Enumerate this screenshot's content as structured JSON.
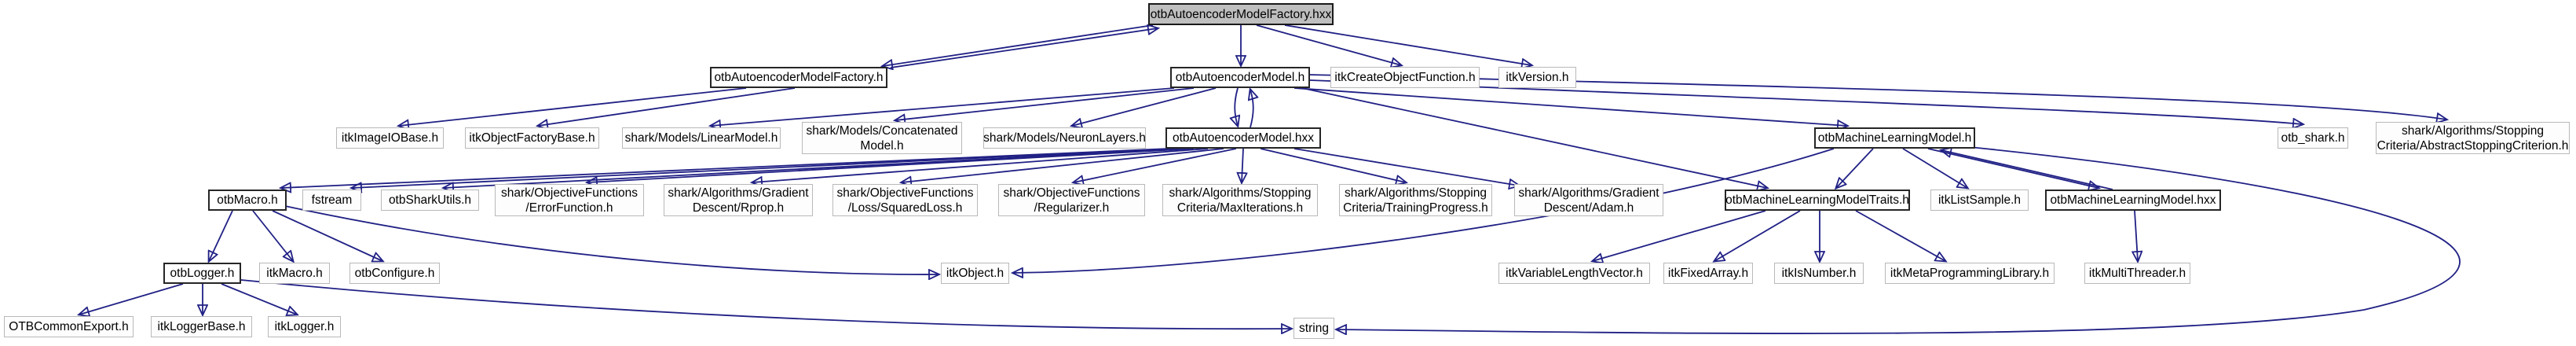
{
  "graph": {
    "title": "otbAutoencoderModelFactory.hxx include dependency graph",
    "root": "otbAutoencoderModelFactory.hxx",
    "colors": {
      "edge": "#202085",
      "root_fill": "#bfbfbf",
      "linked_border": "#262626",
      "plain_border": "#b9b9b9",
      "background": "#ffffff"
    },
    "nodes": [
      {
        "label": "otbAutoencoderModelFactory.hxx"
      },
      {
        "label": "otbAutoencoderModelFactory.h"
      },
      {
        "label": "otbAutoencoderModel.h"
      },
      {
        "label": "itkCreateObjectFunction.h"
      },
      {
        "label": "itkVersion.h"
      },
      {
        "label": "itkImageIOBase.h"
      },
      {
        "label": "itkObjectFactoryBase.h"
      },
      {
        "label": "shark/Models/LinearModel.h"
      },
      {
        "label": "shark/Models/Concatenated Model.h"
      },
      {
        "label": "shark/Models/NeuronLayers.h"
      },
      {
        "label": "otbAutoencoderModel.hxx"
      },
      {
        "label": "otbMachineLearningModel.h"
      },
      {
        "label": "otb_shark.h"
      },
      {
        "label": "shark/Algorithms/Stopping Criteria/AbstractStoppingCriterion.h"
      },
      {
        "label": "otbMacro.h"
      },
      {
        "label": "fstream"
      },
      {
        "label": "otbSharkUtils.h"
      },
      {
        "label": "shark/ObjectiveFunctions /ErrorFunction.h"
      },
      {
        "label": "shark/Algorithms/Gradient Descent/Rprop.h"
      },
      {
        "label": "shark/ObjectiveFunctions /Loss/SquaredLoss.h"
      },
      {
        "label": "shark/ObjectiveFunctions /Regularizer.h"
      },
      {
        "label": "shark/Algorithms/Stopping Criteria/MaxIterations.h"
      },
      {
        "label": "shark/Algorithms/Stopping Criteria/TrainingProgress.h"
      },
      {
        "label": "shark/Algorithms/Gradient Descent/Adam.h"
      },
      {
        "label": "otbMachineLearningModelTraits.h"
      },
      {
        "label": "itkListSample.h"
      },
      {
        "label": "otbMachineLearningModel.hxx"
      },
      {
        "label": "otbLogger.h"
      },
      {
        "label": "itkMacro.h"
      },
      {
        "label": "otbConfigure.h"
      },
      {
        "label": "itkObject.h"
      },
      {
        "label": "itkVariableLengthVector.h"
      },
      {
        "label": "itkFixedArray.h"
      },
      {
        "label": "itkIsNumber.h"
      },
      {
        "label": "itkMetaProgrammingLibrary.h"
      },
      {
        "label": "itkMultiThreader.h"
      },
      {
        "label": "OTBCommonExport.h"
      },
      {
        "label": "itkLoggerBase.h"
      },
      {
        "label": "itkLogger.h"
      },
      {
        "label": "string"
      }
    ],
    "edges": [
      {
        "from": "otbAutoencoderModelFactory.hxx",
        "to": "otbAutoencoderModelFactory.h",
        "bidirectional": true
      },
      {
        "from": "otbAutoencoderModelFactory.hxx",
        "to": "otbAutoencoderModel.h"
      },
      {
        "from": "otbAutoencoderModelFactory.hxx",
        "to": "itkCreateObjectFunction.h"
      },
      {
        "from": "otbAutoencoderModelFactory.hxx",
        "to": "itkVersion.h"
      },
      {
        "from": "otbAutoencoderModelFactory.h",
        "to": "itkImageIOBase.h"
      },
      {
        "from": "otbAutoencoderModelFactory.h",
        "to": "itkObjectFactoryBase.h"
      },
      {
        "from": "otbAutoencoderModel.h",
        "to": "shark/Models/LinearModel.h"
      },
      {
        "from": "otbAutoencoderModel.h",
        "to": "shark/Models/ConcatenatedModel.h"
      },
      {
        "from": "otbAutoencoderModel.h",
        "to": "shark/Models/NeuronLayers.h"
      },
      {
        "from": "otbAutoencoderModel.h",
        "to": "otbAutoencoderModel.hxx",
        "bidirectional": true
      },
      {
        "from": "otbAutoencoderModel.h",
        "to": "otbMachineLearningModel.h"
      },
      {
        "from": "otbAutoencoderModel.h",
        "to": "otb_shark.h"
      },
      {
        "from": "otbAutoencoderModel.h",
        "to": "shark/Algorithms/StoppingCriteria/AbstractStoppingCriterion.h"
      },
      {
        "from": "otbAutoencoderModel.h",
        "to": "otbMachineLearningModelTraits.h"
      },
      {
        "from": "otbAutoencoderModel.hxx",
        "to": "otbMacro.h"
      },
      {
        "from": "otbAutoencoderModel.hxx",
        "to": "fstream"
      },
      {
        "from": "otbAutoencoderModel.hxx",
        "to": "otbSharkUtils.h"
      },
      {
        "from": "otbAutoencoderModel.hxx",
        "to": "shark/ObjectiveFunctions/ErrorFunction.h"
      },
      {
        "from": "otbAutoencoderModel.hxx",
        "to": "shark/Algorithms/GradientDescent/Rprop.h"
      },
      {
        "from": "otbAutoencoderModel.hxx",
        "to": "shark/ObjectiveFunctions/Loss/SquaredLoss.h"
      },
      {
        "from": "otbAutoencoderModel.hxx",
        "to": "shark/ObjectiveFunctions/Regularizer.h"
      },
      {
        "from": "otbAutoencoderModel.hxx",
        "to": "shark/Algorithms/StoppingCriteria/MaxIterations.h"
      },
      {
        "from": "otbAutoencoderModel.hxx",
        "to": "shark/Algorithms/StoppingCriteria/TrainingProgress.h"
      },
      {
        "from": "otbAutoencoderModel.hxx",
        "to": "shark/Algorithms/GradientDescent/Adam.h"
      },
      {
        "from": "otbMachineLearningModel.h",
        "to": "otbMachineLearningModelTraits.h"
      },
      {
        "from": "otbMachineLearningModel.h",
        "to": "itkListSample.h"
      },
      {
        "from": "otbMachineLearningModel.h",
        "to": "otbMachineLearningModel.hxx",
        "bidirectional": true
      },
      {
        "from": "otbMachineLearningModel.h",
        "to": "itkObject.h"
      },
      {
        "from": "otbMachineLearningModel.h",
        "to": "string"
      },
      {
        "from": "otbMachineLearningModelTraits.h",
        "to": "itkVariableLengthVector.h"
      },
      {
        "from": "otbMachineLearningModelTraits.h",
        "to": "itkFixedArray.h"
      },
      {
        "from": "otbMachineLearningModelTraits.h",
        "to": "itkIsNumber.h"
      },
      {
        "from": "otbMachineLearningModelTraits.h",
        "to": "itkMetaProgrammingLibrary.h"
      },
      {
        "from": "otbMachineLearningModel.hxx",
        "to": "itkMultiThreader.h"
      },
      {
        "from": "otbMacro.h",
        "to": "otbLogger.h"
      },
      {
        "from": "otbMacro.h",
        "to": "itkMacro.h"
      },
      {
        "from": "otbMacro.h",
        "to": "otbConfigure.h"
      },
      {
        "from": "otbMacro.h",
        "to": "itkObject.h"
      },
      {
        "from": "otbLogger.h",
        "to": "OTBCommonExport.h"
      },
      {
        "from": "otbLogger.h",
        "to": "itkLoggerBase.h"
      },
      {
        "from": "otbLogger.h",
        "to": "itkLogger.h"
      },
      {
        "from": "otbLogger.h",
        "to": "string"
      }
    ]
  }
}
